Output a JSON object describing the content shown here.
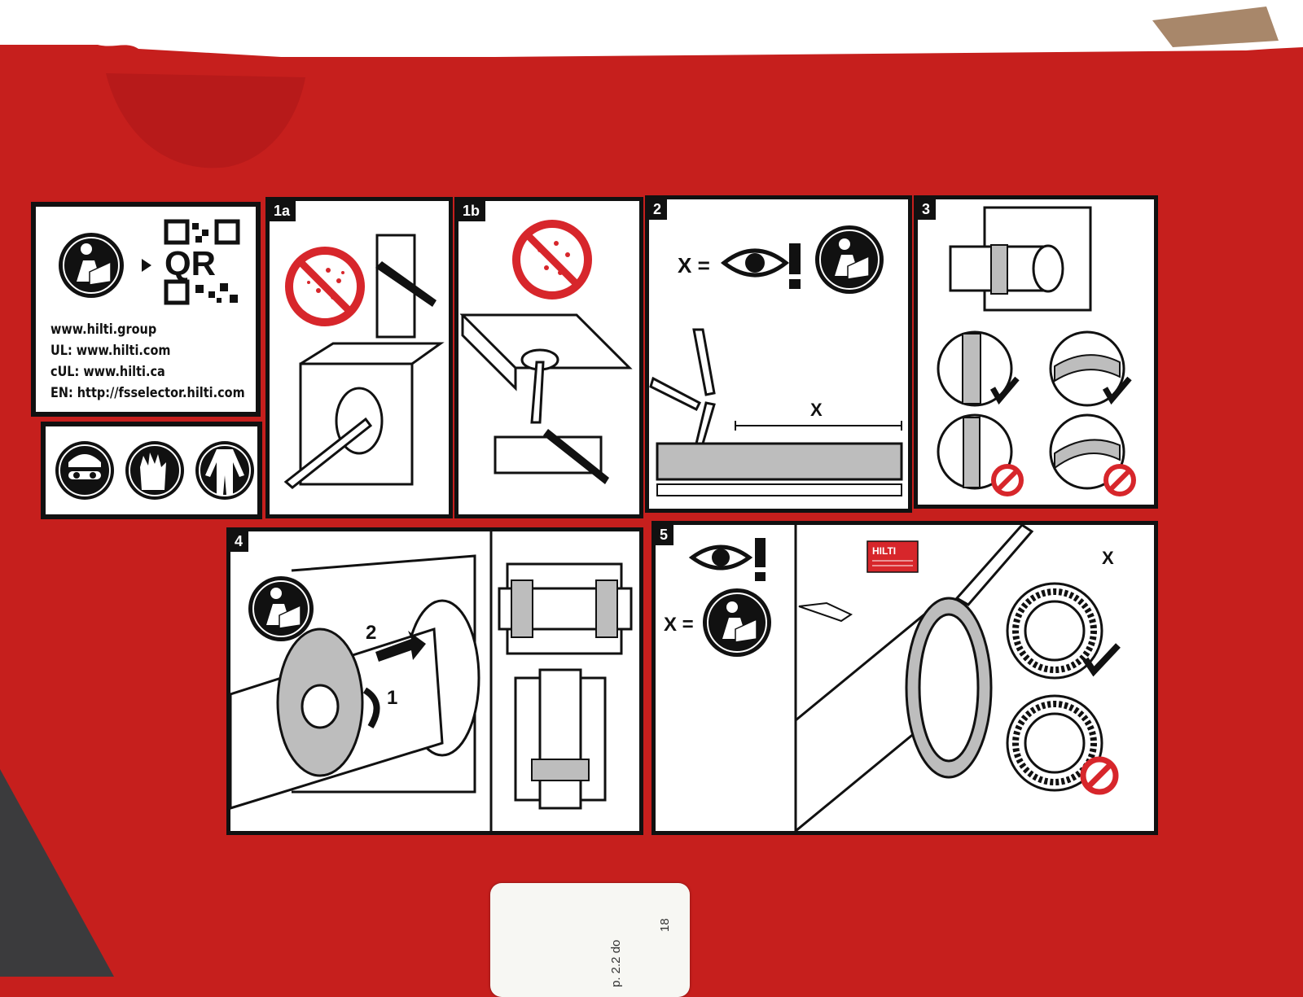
{
  "info_panel": {
    "qr_label": "QR",
    "links": [
      "www.hilti.group",
      "UL: www.hilti.com",
      "cUL: www.hilti.ca",
      "EN: http://fsselector.hilti.com"
    ]
  },
  "steps": [
    {
      "id": "1a",
      "label": "1a"
    },
    {
      "id": "1b",
      "label": "1b"
    },
    {
      "id": "2",
      "label": "2",
      "formula": "X =",
      "measure_label": "X"
    },
    {
      "id": "3",
      "label": "3"
    },
    {
      "id": "4",
      "label": "4",
      "arrow_labels": [
        "1",
        "2"
      ]
    },
    {
      "id": "5",
      "label": "5",
      "formula": "X =",
      "callout_label": "X",
      "brand_label": "HILTI"
    }
  ],
  "sticker": {
    "lines": [
      "p. 2.2 do",
      "18"
    ]
  },
  "colors": {
    "box_red": "#c61f1d",
    "prohibition_red": "#d7262b",
    "ink": "#111111"
  },
  "icons": [
    "manual-reader-icon",
    "qr-code-icon",
    "goggles-icon",
    "gloves-icon",
    "coverall-icon",
    "no-dust-icon",
    "brush-icon",
    "pliers-icon",
    "eye-icon",
    "exclamation-icon",
    "prohibited-icon",
    "checkmark-icon",
    "pencil-icon"
  ]
}
